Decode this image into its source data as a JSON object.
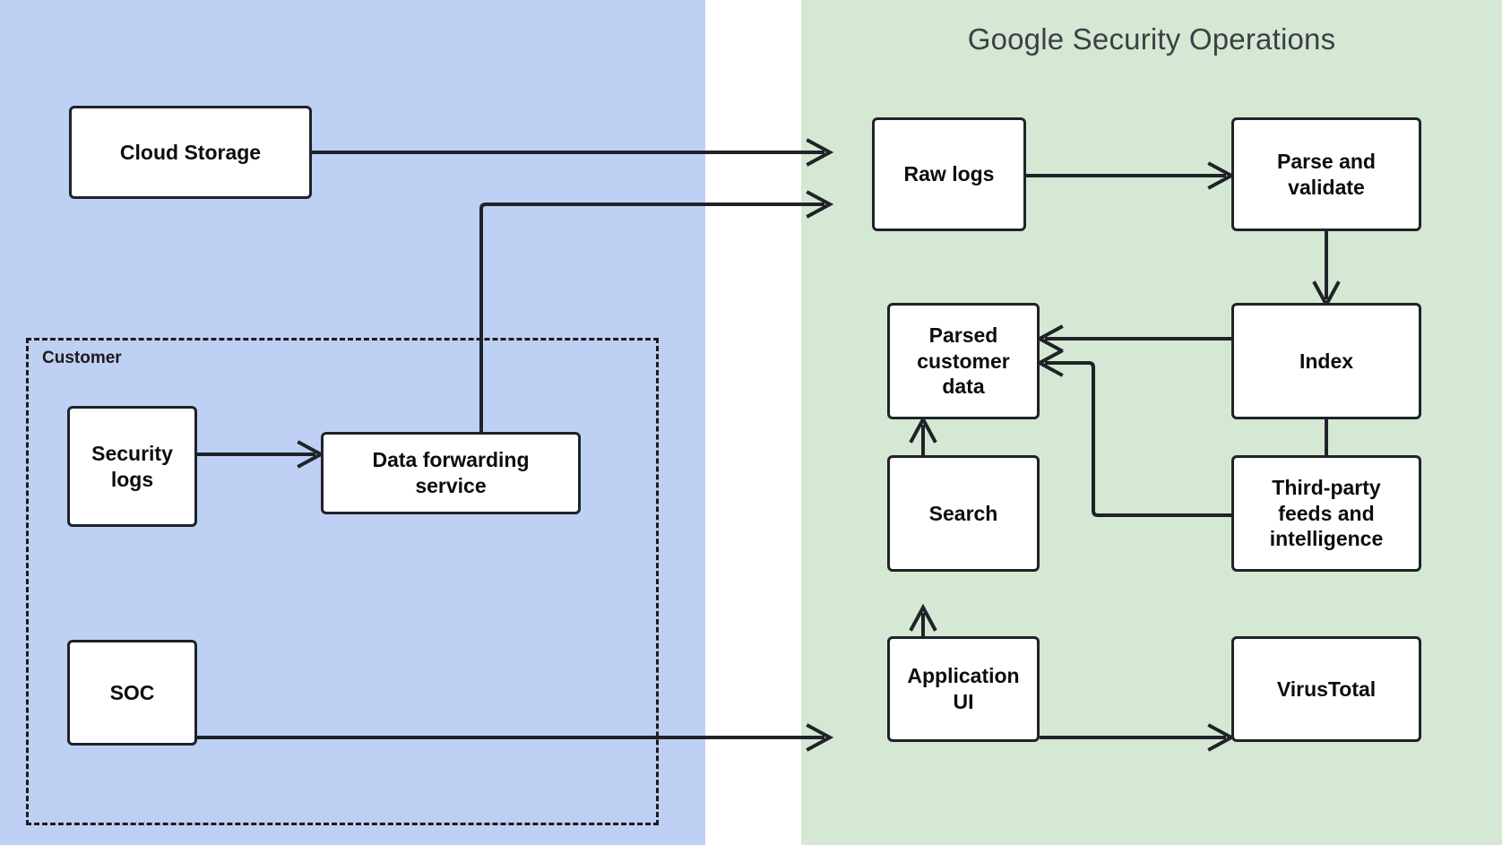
{
  "diagram": {
    "title": "Google Security Operations",
    "customer_group_label": "Customer",
    "colors": {
      "customer_panel": "#bfd0f5",
      "gso_panel": "#d4e8d4",
      "node_fill": "#ffffff",
      "node_stroke": "#1f2328",
      "title_text": "#3c4043",
      "connector": "#1f2328"
    }
  },
  "nodes": {
    "cloud_storage": "Cloud Storage",
    "security_logs": "Security\nlogs",
    "data_forwarding_service": "Data forwarding\nservice",
    "soc": "SOC",
    "raw_logs": "Raw logs",
    "parse_and_validate": "Parse and\nvalidate",
    "index": "Index",
    "parsed_customer_data": "Parsed\ncustomer\ndata",
    "third_party_feeds": "Third-party\nfeeds and\nintelligence",
    "search": "Search",
    "application_ui": "Application UI",
    "virustotal": "VirusTotal"
  },
  "edges": [
    {
      "from": "cloud_storage",
      "to": "raw_logs"
    },
    {
      "from": "data_forwarding_service",
      "to": "raw_logs"
    },
    {
      "from": "security_logs",
      "to": "data_forwarding_service"
    },
    {
      "from": "soc",
      "to": "application_ui"
    },
    {
      "from": "raw_logs",
      "to": "parse_and_validate"
    },
    {
      "from": "parse_and_validate",
      "to": "index"
    },
    {
      "from": "index",
      "to": "parsed_customer_data"
    },
    {
      "from": "index",
      "to": "third_party_feeds"
    },
    {
      "from": "third_party_feeds",
      "to": "parsed_customer_data"
    },
    {
      "from": "search",
      "to": "parsed_customer_data"
    },
    {
      "from": "application_ui",
      "to": "search"
    },
    {
      "from": "application_ui",
      "to": "virustotal"
    }
  ]
}
